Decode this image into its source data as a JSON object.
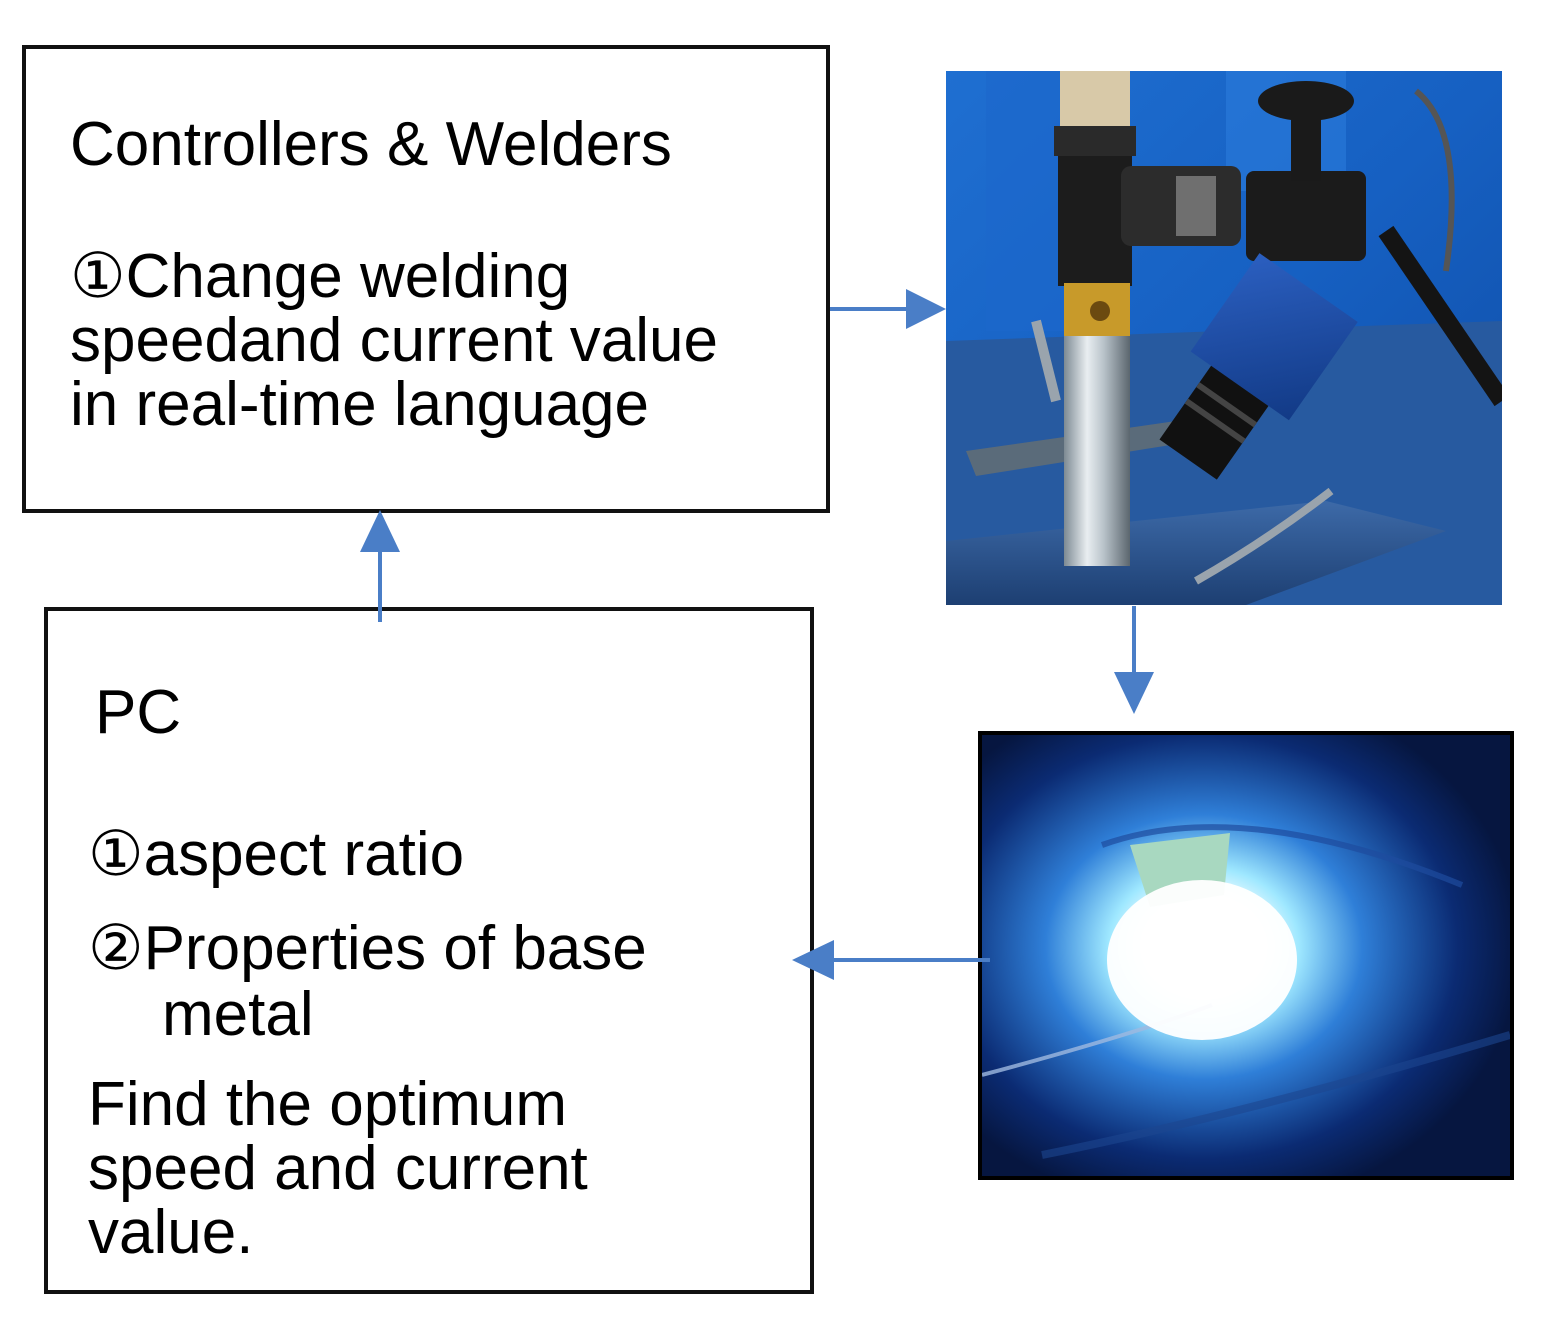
{
  "controllers_box": {
    "title": "Controllers & Welders",
    "item1_line1": "①Change welding",
    "item1_line2": "speedand current value",
    "item1_line3": "in real-time language"
  },
  "pc_box": {
    "title": "PC",
    "item1": "①aspect ratio",
    "item2_line1": "②Properties of base",
    "item2_line2": "metal",
    "note_line1": "Find the optimum",
    "note_line2": "speed and current",
    "note_line3": "value."
  },
  "colors": {
    "arrow": "#4a7ec7",
    "border": "#111111"
  }
}
